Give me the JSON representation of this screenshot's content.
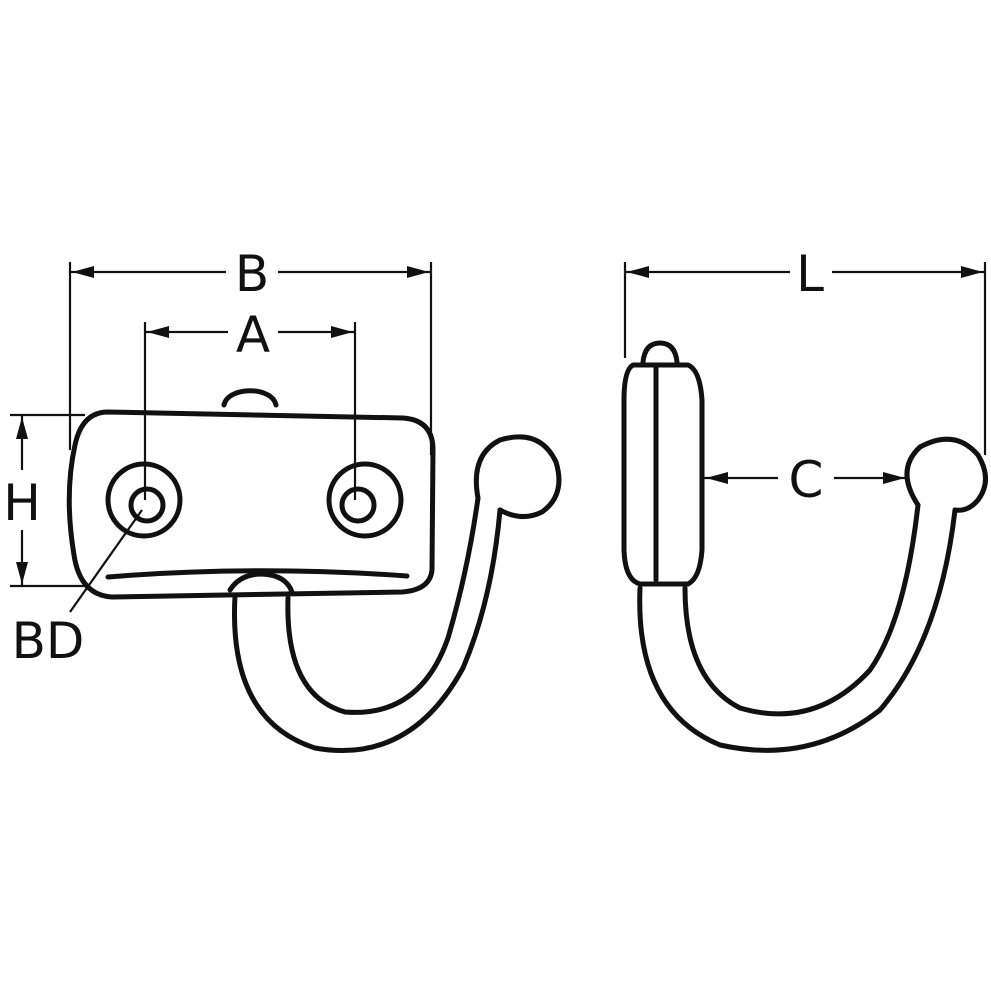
{
  "labels": {
    "b": "B",
    "a": "A",
    "h": "H",
    "bd": "BD",
    "l": "L",
    "c": "C"
  },
  "colors": {
    "ink": "#111111",
    "background": "#ffffff"
  }
}
